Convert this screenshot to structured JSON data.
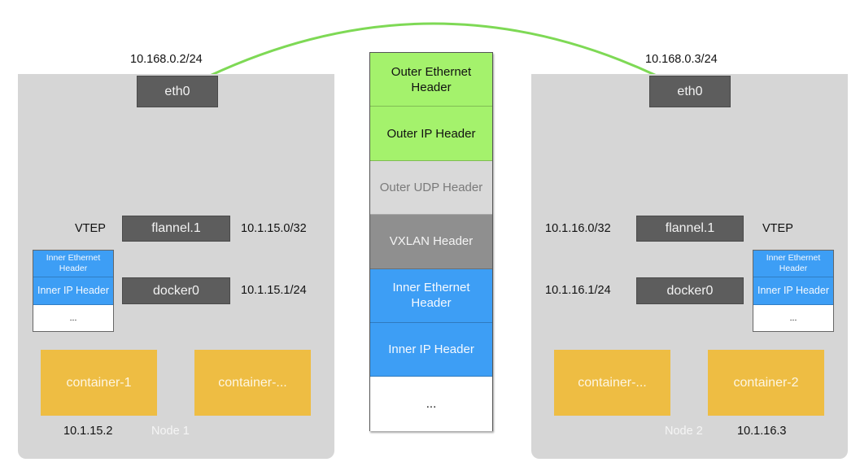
{
  "colors": {
    "node_bg": "#d6d6d6",
    "iface_bg": "#5d5d5d",
    "container_bg": "#eebd43",
    "outer_green": "#a4f26c",
    "outer_udp_gray": "#d9d9d9",
    "vxlan_gray": "#8f8f8f",
    "inner_blue": "#3d9ef5",
    "link_green": "#7ed955",
    "link_blue": "#3d9ef5",
    "link_thin": "#333333"
  },
  "nodes": [
    {
      "label": "Node 1",
      "eth0": {
        "name": "eth0",
        "ip": "10.168.0.2/24"
      },
      "vtep_label": "VTEP",
      "flannel": {
        "name": "flannel.1",
        "ip": "10.1.15.0/32"
      },
      "docker": {
        "name": "docker0",
        "ip": "10.1.15.1/24"
      },
      "containers": [
        {
          "name": "container-1",
          "ip": "10.1.15.2"
        },
        {
          "name": "container-..."
        }
      ],
      "mini_stack": [
        "Inner Ethernet Header",
        "Inner IP Header",
        "..."
      ]
    },
    {
      "label": "Node 2",
      "eth0": {
        "name": "eth0",
        "ip": "10.168.0.3/24"
      },
      "vtep_label": "VTEP",
      "flannel": {
        "name": "flannel.1",
        "ip": "10.1.16.0/32"
      },
      "docker": {
        "name": "docker0",
        "ip": "10.1.16.1/24"
      },
      "containers": [
        {
          "name": "container-..."
        },
        {
          "name": "container-2",
          "ip": "10.1.16.3"
        }
      ],
      "mini_stack": [
        "Inner Ethernet Header",
        "Inner IP Header",
        "..."
      ]
    }
  ],
  "packet": [
    {
      "label": "Outer Ethernet Header",
      "kind": "outer"
    },
    {
      "label": "Outer IP Header",
      "kind": "outer"
    },
    {
      "label": "Outer UDP Header",
      "kind": "udp"
    },
    {
      "label": "VXLAN Header",
      "kind": "vxlan"
    },
    {
      "label": "Inner Ethernet Header",
      "kind": "inner"
    },
    {
      "label": "Inner IP Header",
      "kind": "inner"
    },
    {
      "label": "...",
      "kind": "payload"
    }
  ]
}
